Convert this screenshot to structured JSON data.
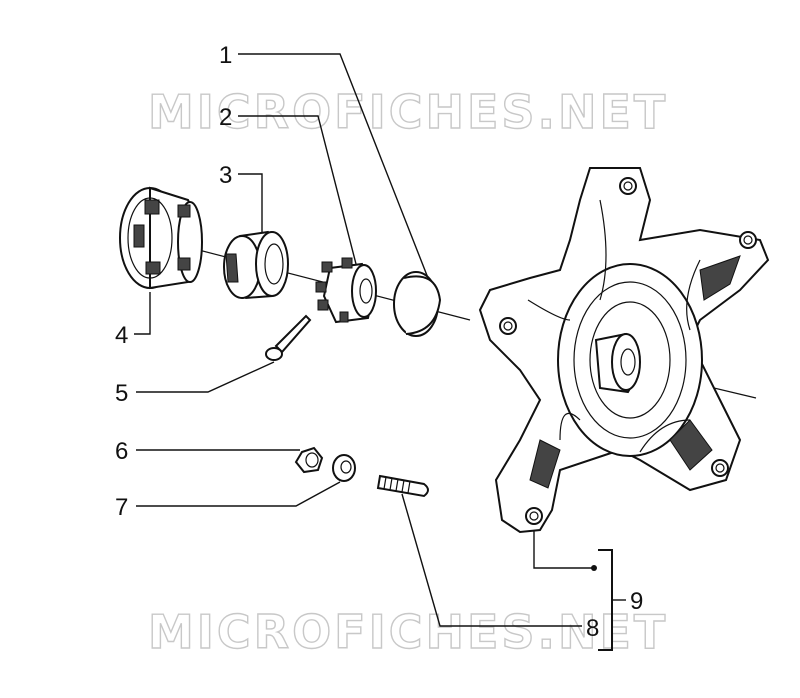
{
  "watermark": {
    "text": "MICROFICHES.NET"
  },
  "callouts": [
    {
      "id": "1",
      "label": "1"
    },
    {
      "id": "2",
      "label": "2"
    },
    {
      "id": "3",
      "label": "3"
    },
    {
      "id": "4",
      "label": "4"
    },
    {
      "id": "5",
      "label": "5"
    },
    {
      "id": "6",
      "label": "6"
    },
    {
      "id": "7",
      "label": "7"
    },
    {
      "id": "8",
      "label": "8"
    },
    {
      "id": "9",
      "label": "9"
    }
  ]
}
